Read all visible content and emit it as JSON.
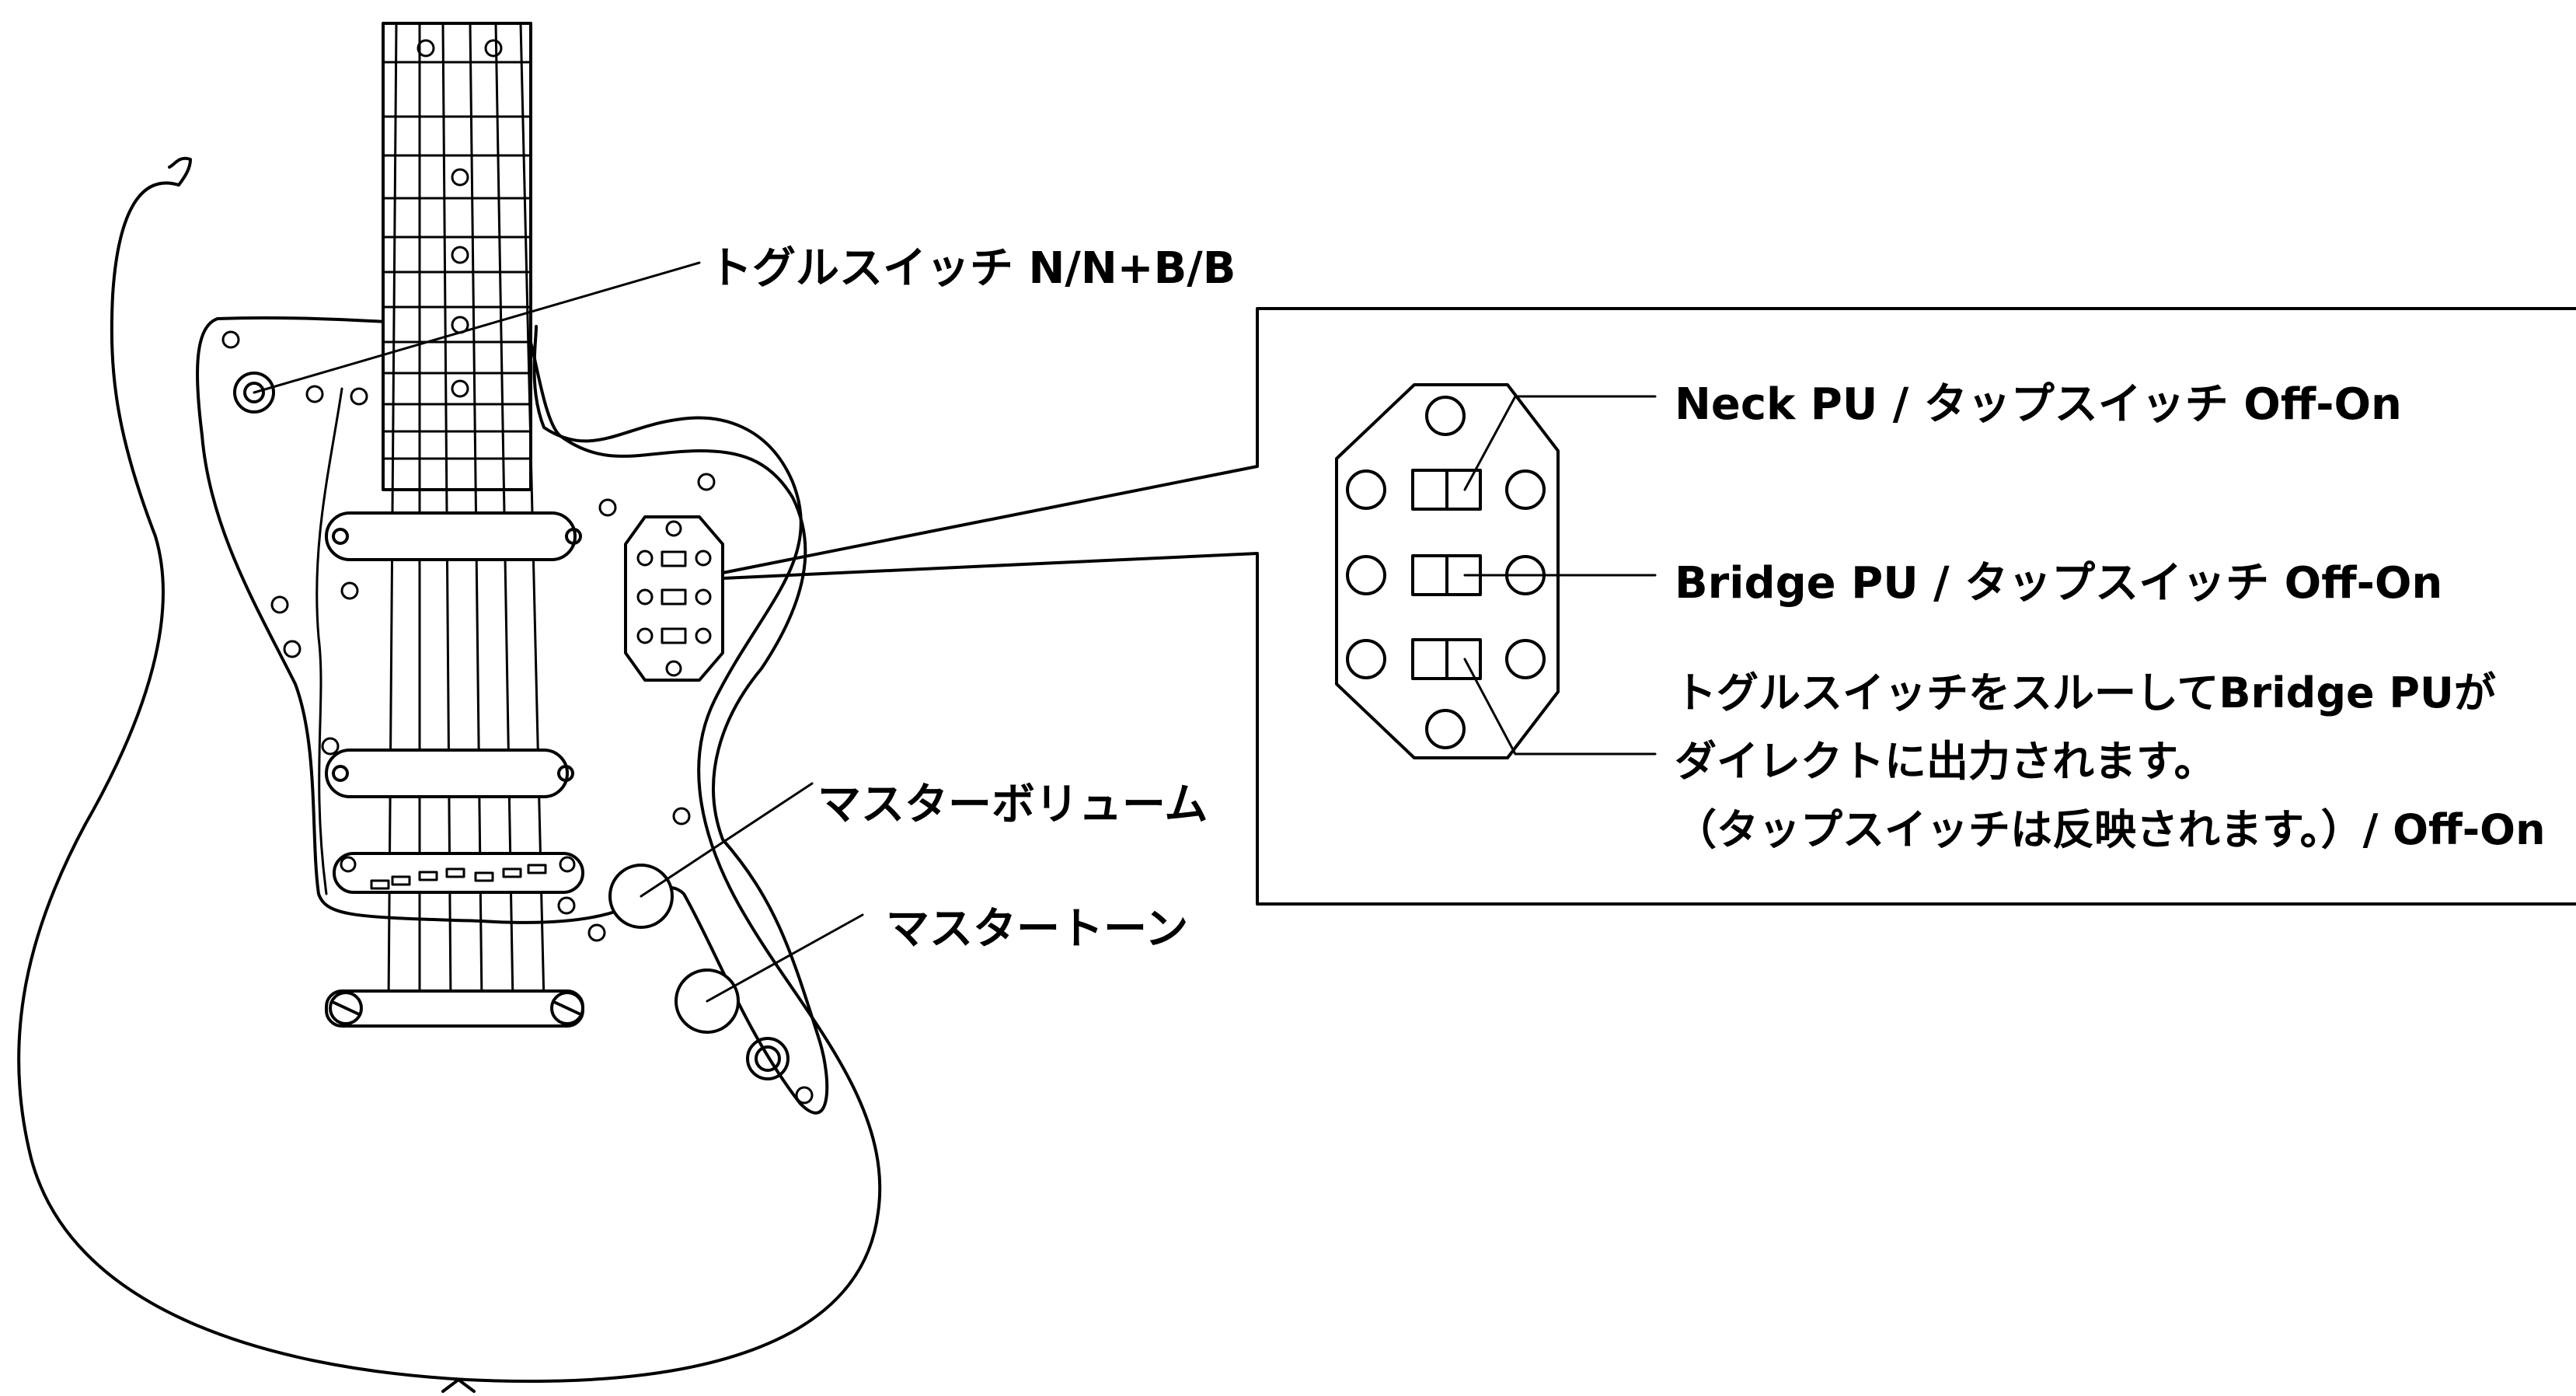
{
  "labels": {
    "toggle_switch": "トグルスイッチ N/N+B/B",
    "master_volume": "マスターボリューム",
    "master_tone": "マスタートーン"
  },
  "inset": {
    "neck_switch": "Neck PU / タップスイッチ Off-On",
    "bridge_switch": "Bridge PU / タップスイッチ Off-On",
    "direct_switch": {
      "line1": "トグルスイッチをスルーしてBridge PUが",
      "line2": "ダイレクトに出力されます。",
      "line3": "（タップスイッチは反映されます。）/ Off-On"
    }
  },
  "colors": {
    "line": "#000000",
    "background": "#ffffff"
  }
}
